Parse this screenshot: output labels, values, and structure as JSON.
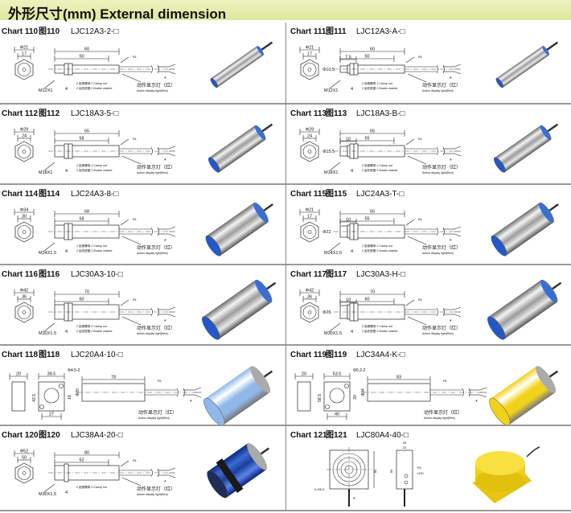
{
  "header": {
    "title": "外形尺寸(mm)  External dimension",
    "color": "#dfe79c"
  },
  "notes": {
    "clamp": "2 锁紧螺母 2 Clamp nut",
    "washer": "2 齿形垫圈 2 Buckle washer",
    "light_cn": "动作显示灯（红）",
    "light_en": "Action display light(Red)",
    "rl": "RL",
    "star": "*",
    "led": "LED"
  },
  "charts": [
    {
      "label": "Chart 110",
      "cn": "图110",
      "model": "LJC12A3-2-□",
      "type": "tube",
      "outer": "Φ21",
      "inner": "17",
      "total": "60",
      "body": "50",
      "thread": "M12X1",
      "nut": "4",
      "photo": "silver"
    },
    {
      "label": "Chart 111",
      "cn": "图111",
      "model": "LJC12A3-A-□",
      "type": "tube",
      "outer": "Φ21",
      "inner": "17",
      "total": "60",
      "body": "50",
      "thread": "M12X1",
      "nut": "4",
      "step": "7.5",
      "stepdia": "Φ10.5",
      "photo": "silver"
    },
    {
      "label": "Chart 112",
      "cn": "图112",
      "model": "LJC18A3-5-□",
      "type": "tube",
      "outer": "Φ29",
      "inner": "24",
      "total": "65",
      "body": "58",
      "thread": "M18X1",
      "nut": "4",
      "photo": "silver"
    },
    {
      "label": "Chart 113",
      "cn": "图113",
      "model": "LJC18A3-B-□",
      "type": "tube",
      "outer": "Φ29",
      "inner": "24",
      "total": "65",
      "body": "55",
      "thread": "M18X1",
      "nut": "4",
      "step": "10",
      "stepdia": "Φ15.5",
      "photo": "silver"
    },
    {
      "label": "Chart 114",
      "cn": "图114",
      "model": "LJC24A3-8-□",
      "type": "tube",
      "outer": "Φ34",
      "inner": "30",
      "total": "68",
      "body": "58",
      "thread": "M24X1.5",
      "nut": "4",
      "photo": "silver"
    },
    {
      "label": "Chart 115",
      "cn": "图115",
      "model": "LJC24A3-T-□",
      "type": "tube",
      "outer": "Φ21",
      "inner": "17",
      "total": "65",
      "body": "55",
      "thread": "M24X1.5",
      "nut": "4",
      "step": "10",
      "stepdia": "Φ22",
      "photo": "silver"
    },
    {
      "label": "Chart 116",
      "cn": "图116",
      "model": "LJC30A3-10-□",
      "type": "tube",
      "outer": "Φ42",
      "inner": "36",
      "total": "70",
      "body": "60",
      "thread": "M30X1.5",
      "nut": "4",
      "photo": "silver"
    },
    {
      "label": "Chart 117",
      "cn": "图117",
      "model": "LJC30A3-H-□",
      "type": "tube",
      "outer": "Φ42",
      "inner": "36",
      "total": "70",
      "body": "60",
      "thread": "M30X1.5",
      "nut": "4",
      "step": "10",
      "stepdia": "Φ26",
      "photo": "silver"
    },
    {
      "label": "Chart 118",
      "cn": "图118",
      "model": "LJC20A4-10-□",
      "type": "square",
      "w": "20",
      "sq": "38.5",
      "hole": "Φ4.5-2",
      "h": "43.5",
      "ih": "18",
      "iw": "27",
      "len": "78",
      "dia": "Φ20",
      "photo": "#8fb8e8"
    },
    {
      "label": "Chart 119",
      "cn": "图119",
      "model": "LJC34A4-K-□",
      "type": "square",
      "w": "20",
      "sq": "53.5",
      "hole": "Φ5.2-2",
      "h": "58.5",
      "ih": "33",
      "iw": "40",
      "len": "83",
      "dia": "Φ34",
      "photo": "#f0d21a"
    },
    {
      "label": "Chart 120",
      "cn": "图120",
      "model": "LJC38A4-20-□",
      "type": "tube",
      "outer": "Φ52",
      "inner": "50",
      "total": "80",
      "body": "62",
      "thread": "M30X1.5",
      "nut": "4",
      "clamponly": true,
      "photo": "blue"
    },
    {
      "label": "Chart 121",
      "cn": "图121",
      "model": "LJC80A4-40-□",
      "type": "flat",
      "d1": "43",
      "d2": "22",
      "h1": "80",
      "h2": "80",
      "holes": "4-Φ5.0",
      "photo": "#f2d21c"
    }
  ]
}
